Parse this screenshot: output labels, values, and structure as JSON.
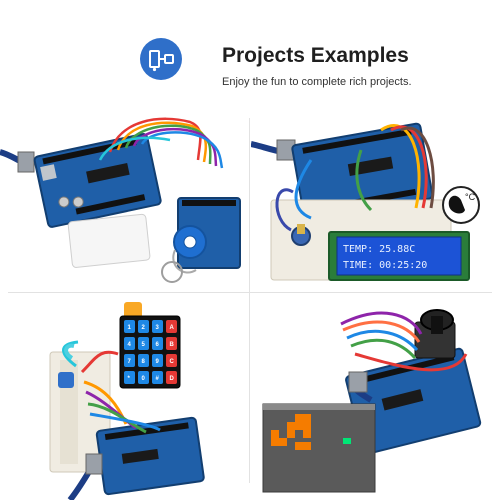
{
  "header": {
    "title": "Projects Examples",
    "subtitle": "Enjoy the fun to complete rich projects.",
    "icon": "circuit-board-icon",
    "accent_color": "#2f6fc9"
  },
  "lcd": {
    "line1": "TEMP: 25.88C",
    "line2": "TIME: 00:25:20"
  },
  "sensor_label": "°C",
  "keypad_keys": [
    "1",
    "2",
    "3",
    "A",
    "4",
    "5",
    "6",
    "B",
    "7",
    "8",
    "9",
    "C",
    "*",
    "0",
    "#",
    "D"
  ]
}
